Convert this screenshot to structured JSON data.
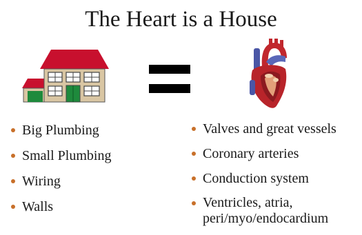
{
  "title": "The Heart is a House",
  "colors": {
    "bullet": "#c8702a",
    "roof": "#c8102e",
    "wall": "#d9c6a3",
    "door": "#1e8a3c",
    "heart": "#c1272d"
  },
  "icons": {
    "house": "house-icon",
    "equals": "equals-icon",
    "heart": "heart-anatomy-icon"
  },
  "left_items": [
    {
      "label": "Big Plumbing"
    },
    {
      "label": "Small Plumbing"
    },
    {
      "label": "Wiring"
    },
    {
      "label": "Walls"
    }
  ],
  "right_items": [
    {
      "label": "Valves and great vessels"
    },
    {
      "label": "Coronary arteries"
    },
    {
      "label": "Conduction system"
    },
    {
      "label": "Ventricles, atria,",
      "label2": "peri/myo/endocardium"
    }
  ]
}
